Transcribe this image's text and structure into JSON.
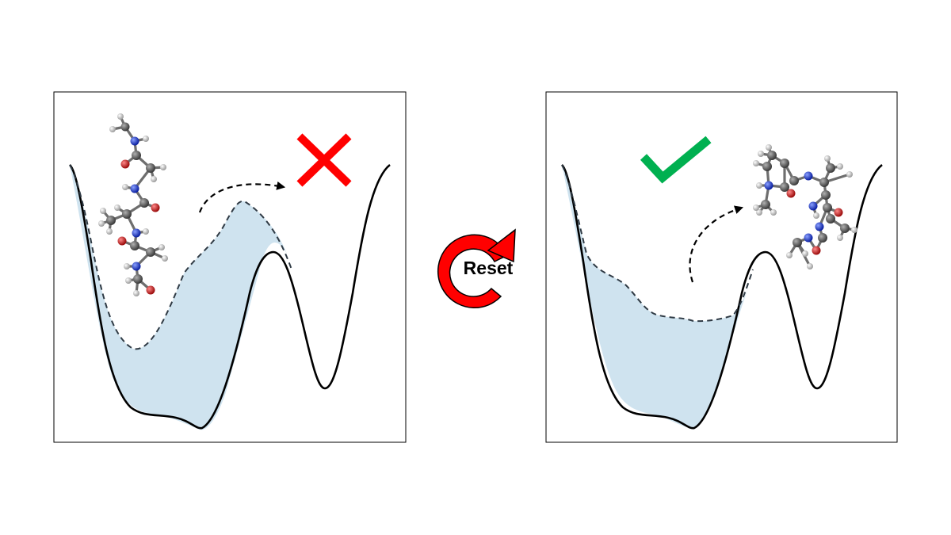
{
  "reset_label": "Reset",
  "panels": [
    {
      "id": "left",
      "outcome": "failure",
      "outcome_icon": "cross-icon",
      "outcome_color": "#ff0000"
    },
    {
      "id": "right",
      "outcome": "success",
      "outcome_icon": "checkmark-icon",
      "outcome_color": "#00b050"
    }
  ],
  "colors": {
    "fill": "#cfe3ef",
    "curve": "#000000",
    "dashed": "#2f3a44",
    "reset_arrow": "#ff0000",
    "atom_carbon": "#5a5a5a",
    "atom_hydrogen": "#d9d9d9",
    "atom_nitrogen": "#1f3fd1",
    "atom_oxygen": "#d11f1f"
  }
}
